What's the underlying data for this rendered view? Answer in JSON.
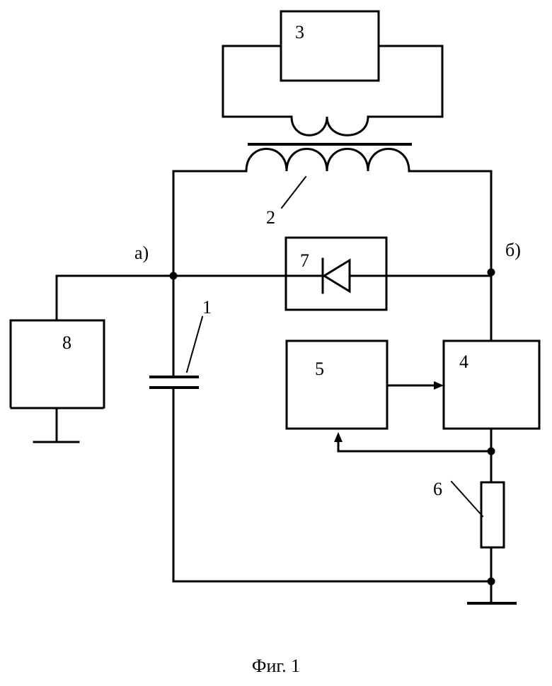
{
  "diagram": {
    "labels": {
      "capacitor": "1",
      "winding": "2",
      "load_block": "3",
      "block_4": "4",
      "block_5": "5",
      "resistor": "6",
      "diode_block": "7",
      "optional_block": "8",
      "node_a": "а)",
      "node_b": "б)"
    },
    "caption": "Фиг. 1"
  }
}
